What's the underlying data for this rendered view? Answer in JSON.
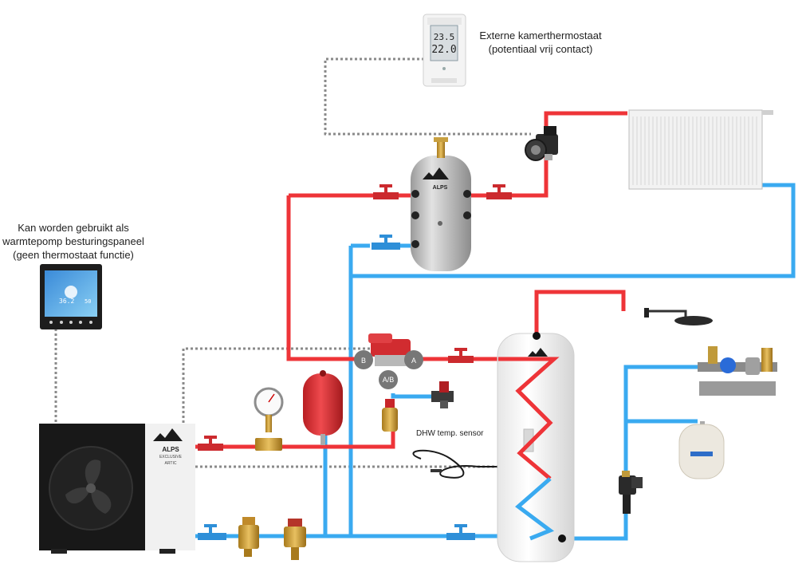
{
  "labels": {
    "external_thermostat": "Externe kamerthermostaat\n(potentiaal vrij contact)",
    "control_panel": "Kan worden gebruikt als\nwarmtepomp besturingspaneel\n(geen thermostaat functie)",
    "dhw_sensor": "DHW temp. sensor"
  },
  "three_way_valve_ports": {
    "a": "A",
    "b": "B",
    "ab": "A/B"
  },
  "brand": {
    "logo": "ALPS",
    "sub": "EXCLUSIVE",
    "model": "ARTIC"
  },
  "thermostat_display": {
    "top": "23.5",
    "bottom": "22.0"
  },
  "panel_display": {
    "temp_left": "36.2",
    "temp_right": "50"
  },
  "colors": {
    "supply": "#ee3438",
    "return": "#3aaaf0",
    "signal": "#8a8a8a"
  },
  "icons": [
    "mountain-logo-icon",
    "fan-icon",
    "gauge-icon",
    "valve-handle-icon",
    "pump-icon",
    "shower-icon"
  ]
}
